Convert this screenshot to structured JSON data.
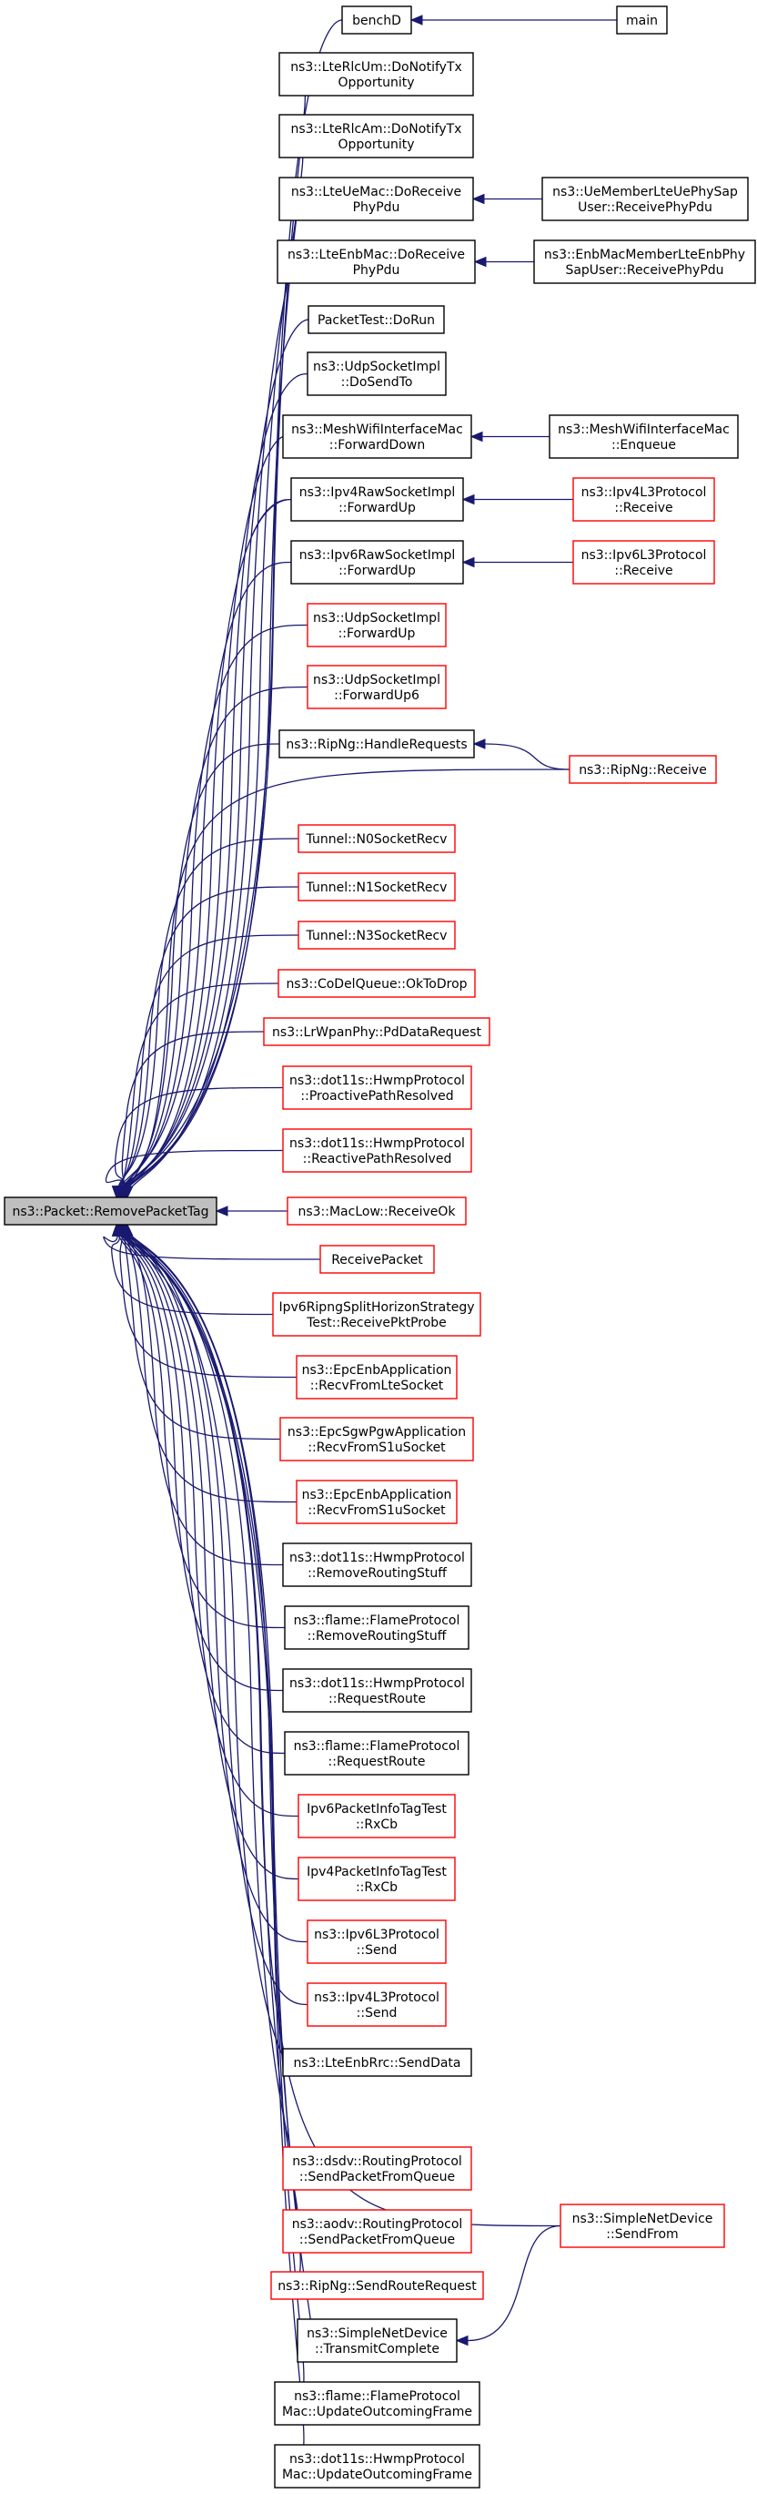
{
  "nodes": [
    {
      "id": "root",
      "lines": [
        "ns3::Packet::RemovePacketTag"
      ],
      "border": "root"
    },
    {
      "id": "benchD",
      "lines": [
        "benchD"
      ],
      "border": "black"
    },
    {
      "id": "main",
      "lines": [
        "main"
      ],
      "border": "black"
    },
    {
      "id": "rlcum",
      "lines": [
        "ns3::LteRlcUm::DoNotifyTx",
        "Opportunity"
      ],
      "border": "black"
    },
    {
      "id": "rlcam",
      "lines": [
        "ns3::LteRlcAm::DoNotifyTx",
        "Opportunity"
      ],
      "border": "black"
    },
    {
      "id": "uemac",
      "lines": [
        "ns3::LteUeMac::DoReceive",
        "PhyPdu"
      ],
      "border": "black"
    },
    {
      "id": "uemember",
      "lines": [
        "ns3::UeMemberLteUePhySap",
        "User::ReceivePhyPdu"
      ],
      "border": "black"
    },
    {
      "id": "enbmac",
      "lines": [
        "ns3::LteEnbMac::DoReceive",
        "PhyPdu"
      ],
      "border": "black"
    },
    {
      "id": "enbmember",
      "lines": [
        "ns3::EnbMacMemberLteEnbPhy",
        "SapUser::ReceivePhyPdu"
      ],
      "border": "black"
    },
    {
      "id": "packettest",
      "lines": [
        "PacketTest::DoRun"
      ],
      "border": "black"
    },
    {
      "id": "udpsend",
      "lines": [
        "ns3::UdpSocketImpl",
        "::DoSendTo"
      ],
      "border": "black"
    },
    {
      "id": "meshfwd",
      "lines": [
        "ns3::MeshWifiInterfaceMac",
        "::ForwardDown"
      ],
      "border": "black"
    },
    {
      "id": "meshenq",
      "lines": [
        "ns3::MeshWifiInterfaceMac",
        "::Enqueue"
      ],
      "border": "black"
    },
    {
      "id": "ipv4raw",
      "lines": [
        "ns3::Ipv4RawSocketImpl",
        "::ForwardUp"
      ],
      "border": "black"
    },
    {
      "id": "ipv4l3recv",
      "lines": [
        "ns3::Ipv4L3Protocol",
        "::Receive"
      ],
      "border": "red"
    },
    {
      "id": "ipv6raw",
      "lines": [
        "ns3::Ipv6RawSocketImpl",
        "::ForwardUp"
      ],
      "border": "black"
    },
    {
      "id": "ipv6l3recv",
      "lines": [
        "ns3::Ipv6L3Protocol",
        "::Receive"
      ],
      "border": "red"
    },
    {
      "id": "udpfwd",
      "lines": [
        "ns3::UdpSocketImpl",
        "::ForwardUp"
      ],
      "border": "red"
    },
    {
      "id": "udpfwd6",
      "lines": [
        "ns3::UdpSocketImpl",
        "::ForwardUp6"
      ],
      "border": "red"
    },
    {
      "id": "ripnghandle",
      "lines": [
        "ns3::RipNg::HandleRequests"
      ],
      "border": "black"
    },
    {
      "id": "ripngrecv",
      "lines": [
        "ns3::RipNg::Receive"
      ],
      "border": "red"
    },
    {
      "id": "tunnel0",
      "lines": [
        "Tunnel::N0SocketRecv"
      ],
      "border": "red"
    },
    {
      "id": "tunnel1",
      "lines": [
        "Tunnel::N1SocketRecv"
      ],
      "border": "red"
    },
    {
      "id": "tunnel3",
      "lines": [
        "Tunnel::N3SocketRecv"
      ],
      "border": "red"
    },
    {
      "id": "codel",
      "lines": [
        "ns3::CoDelQueue::OkToDrop"
      ],
      "border": "red"
    },
    {
      "id": "lrwpan",
      "lines": [
        "ns3::LrWpanPhy::PdDataRequest"
      ],
      "border": "red"
    },
    {
      "id": "proactive",
      "lines": [
        "ns3::dot11s::HwmpProtocol",
        "::ProactivePathResolved"
      ],
      "border": "red"
    },
    {
      "id": "reactive",
      "lines": [
        "ns3::dot11s::HwmpProtocol",
        "::ReactivePathResolved"
      ],
      "border": "red"
    },
    {
      "id": "maclow",
      "lines": [
        "ns3::MacLow::ReceiveOk"
      ],
      "border": "red"
    },
    {
      "id": "recvpkt",
      "lines": [
        "ReceivePacket"
      ],
      "border": "red"
    },
    {
      "id": "ipv6ripng",
      "lines": [
        "Ipv6RipngSplitHorizonStrategy",
        "Test::ReceivePktProbe"
      ],
      "border": "red"
    },
    {
      "id": "epcrecvlte",
      "lines": [
        "ns3::EpcEnbApplication",
        "::RecvFromLteSocket"
      ],
      "border": "red"
    },
    {
      "id": "epcsgw",
      "lines": [
        "ns3::EpcSgwPgwApplication",
        "::RecvFromS1uSocket"
      ],
      "border": "red"
    },
    {
      "id": "epcenbs1u",
      "lines": [
        "ns3::EpcEnbApplication",
        "::RecvFromS1uSocket"
      ],
      "border": "red"
    },
    {
      "id": "hwmpremove",
      "lines": [
        "ns3::dot11s::HwmpProtocol",
        "::RemoveRoutingStuff"
      ],
      "border": "black"
    },
    {
      "id": "flameremove",
      "lines": [
        "ns3::flame::FlameProtocol",
        "::RemoveRoutingStuff"
      ],
      "border": "black"
    },
    {
      "id": "hwmpreq",
      "lines": [
        "ns3::dot11s::HwmpProtocol",
        "::RequestRoute"
      ],
      "border": "black"
    },
    {
      "id": "flamereq",
      "lines": [
        "ns3::flame::FlameProtocol",
        "::RequestRoute"
      ],
      "border": "black"
    },
    {
      "id": "ipv6rxcb",
      "lines": [
        "Ipv6PacketInfoTagTest",
        "::RxCb"
      ],
      "border": "red"
    },
    {
      "id": "ipv4rxcb",
      "lines": [
        "Ipv4PacketInfoTagTest",
        "::RxCb"
      ],
      "border": "red"
    },
    {
      "id": "ipv6send",
      "lines": [
        "ns3::Ipv6L3Protocol",
        "::Send"
      ],
      "border": "red"
    },
    {
      "id": "ipv4send",
      "lines": [
        "ns3::Ipv4L3Protocol",
        "::Send"
      ],
      "border": "red"
    },
    {
      "id": "lteenbrrc",
      "lines": [
        "ns3::LteEnbRrc::SendData"
      ],
      "border": "black"
    },
    {
      "id": "dsdv",
      "lines": [
        "ns3::dsdv::RoutingProtocol",
        "::SendPacketFromQueue"
      ],
      "border": "red"
    },
    {
      "id": "aodv",
      "lines": [
        "ns3::aodv::RoutingProtocol",
        "::SendPacketFromQueue"
      ],
      "border": "red"
    },
    {
      "id": "simplesendfrom",
      "lines": [
        "ns3::SimpleNetDevice",
        "::SendFrom"
      ],
      "border": "red"
    },
    {
      "id": "ripngsendreq",
      "lines": [
        "ns3::RipNg::SendRouteRequest"
      ],
      "border": "red"
    },
    {
      "id": "simpletransmit",
      "lines": [
        "ns3::SimpleNetDevice",
        "::TransmitComplete"
      ],
      "border": "black"
    },
    {
      "id": "flameupdate",
      "lines": [
        "ns3::flame::FlameProtocol",
        "Mac::UpdateOutcomingFrame"
      ],
      "border": "black"
    },
    {
      "id": "hwmpupdate",
      "lines": [
        "ns3::dot11s::HwmpProtocol",
        "Mac::UpdateOutcomingFrame"
      ],
      "border": "black"
    }
  ],
  "edges": [
    {
      "from": "benchD",
      "to": "root"
    },
    {
      "from": "main",
      "to": "benchD"
    },
    {
      "from": "rlcum",
      "to": "root"
    },
    {
      "from": "rlcam",
      "to": "root"
    },
    {
      "from": "uemac",
      "to": "root"
    },
    {
      "from": "uemember",
      "to": "uemac"
    },
    {
      "from": "enbmac",
      "to": "root"
    },
    {
      "from": "enbmember",
      "to": "enbmac"
    },
    {
      "from": "packettest",
      "to": "root"
    },
    {
      "from": "udpsend",
      "to": "root"
    },
    {
      "from": "meshfwd",
      "to": "root"
    },
    {
      "from": "meshenq",
      "to": "meshfwd"
    },
    {
      "from": "ipv4raw",
      "to": "root"
    },
    {
      "from": "ipv4l3recv",
      "to": "ipv4raw"
    },
    {
      "from": "ipv6raw",
      "to": "root"
    },
    {
      "from": "ipv6l3recv",
      "to": "ipv6raw"
    },
    {
      "from": "udpfwd",
      "to": "root"
    },
    {
      "from": "udpfwd6",
      "to": "root"
    },
    {
      "from": "ripnghandle",
      "to": "root"
    },
    {
      "from": "ripngrecv",
      "to": "ripnghandle"
    },
    {
      "from": "ripngrecv",
      "to": "root"
    },
    {
      "from": "tunnel0",
      "to": "root"
    },
    {
      "from": "tunnel1",
      "to": "root"
    },
    {
      "from": "tunnel3",
      "to": "root"
    },
    {
      "from": "codel",
      "to": "root"
    },
    {
      "from": "lrwpan",
      "to": "root"
    },
    {
      "from": "proactive",
      "to": "root"
    },
    {
      "from": "reactive",
      "to": "root"
    },
    {
      "from": "maclow",
      "to": "root"
    },
    {
      "from": "recvpkt",
      "to": "root"
    },
    {
      "from": "ipv6ripng",
      "to": "root"
    },
    {
      "from": "epcrecvlte",
      "to": "root"
    },
    {
      "from": "epcsgw",
      "to": "root"
    },
    {
      "from": "epcenbs1u",
      "to": "root"
    },
    {
      "from": "hwmpremove",
      "to": "root"
    },
    {
      "from": "flameremove",
      "to": "root"
    },
    {
      "from": "hwmpreq",
      "to": "root"
    },
    {
      "from": "flamereq",
      "to": "root"
    },
    {
      "from": "ipv6rxcb",
      "to": "root"
    },
    {
      "from": "ipv4rxcb",
      "to": "root"
    },
    {
      "from": "ipv6send",
      "to": "root"
    },
    {
      "from": "ipv4send",
      "to": "root"
    },
    {
      "from": "lteenbrrc",
      "to": "root"
    },
    {
      "from": "simplesendfrom",
      "to": "root"
    },
    {
      "from": "dsdv",
      "to": "root"
    },
    {
      "from": "aodv",
      "to": "root"
    },
    {
      "from": "ripngsendreq",
      "to": "root"
    },
    {
      "from": "simpletransmit",
      "to": "root"
    },
    {
      "from": "simplesendfrom",
      "to": "simpletransmit"
    },
    {
      "from": "flameupdate",
      "to": "root"
    },
    {
      "from": "hwmpupdate",
      "to": "root"
    }
  ],
  "colors": {
    "edge": "#191970",
    "black_border": "#000000",
    "red_border": "#ff0000",
    "root_fill": "#bfbfbf",
    "node_fill": "#ffffff"
  }
}
